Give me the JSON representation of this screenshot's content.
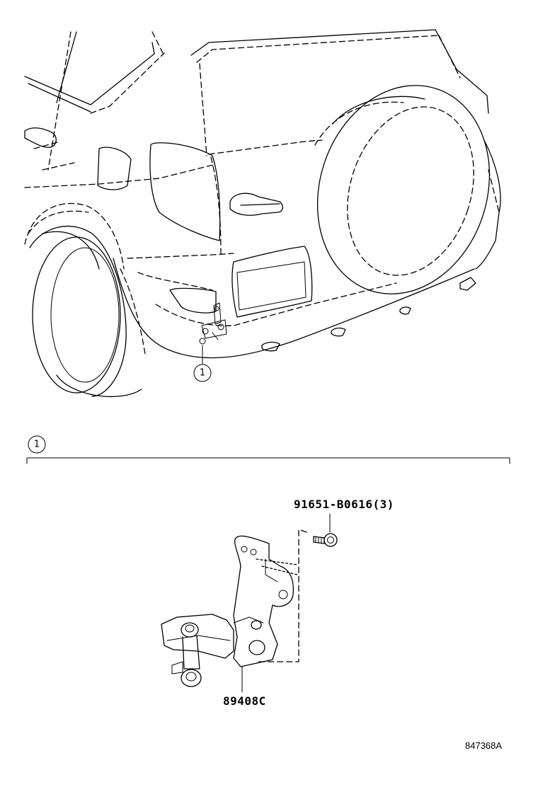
{
  "vehicle_view": {
    "callout_number": "1"
  },
  "detail_view": {
    "section_marker": "1",
    "parts": [
      {
        "part_number": "91651-B0616",
        "quantity": "(3)"
      },
      {
        "part_number": "89408C"
      }
    ]
  },
  "drawing_code": "847368A"
}
